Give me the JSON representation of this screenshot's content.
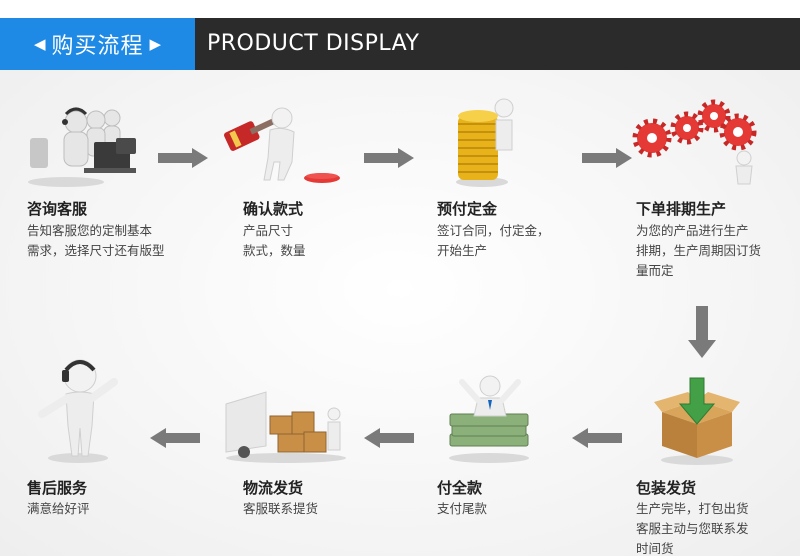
{
  "header": {
    "title": "购买流程",
    "subtitle": "PRODUCT DISPLAY",
    "left_glyph": "◀",
    "right_glyph": "▶",
    "bar_color": "#2b2b2b",
    "accent_color": "#1e8ae6"
  },
  "steps": [
    {
      "name": "咨询客服",
      "desc": [
        "告知客服您的定制基本",
        "需求，选择尺寸还有版型"
      ],
      "icon": "call-center-agents-icon"
    },
    {
      "name": "确认款式",
      "desc": [
        "产品尺寸",
        "款式，数量"
      ],
      "icon": "gavel-figure-icon"
    },
    {
      "name": "预付定金",
      "desc": [
        "签订合同，付定金，",
        "开始生产"
      ],
      "icon": "gold-coins-figure-icon"
    },
    {
      "name": "下单排期生产",
      "desc": [
        "为您的产品进行生产",
        "排期，生产周期因订货",
        "量而定"
      ],
      "icon": "red-gears-figure-icon"
    },
    {
      "name": "包装发货",
      "desc": [
        "生产完毕，打包出货",
        "客服主动与您联系发",
        "时间货"
      ],
      "icon": "cardboard-box-icon"
    },
    {
      "name": "付全款",
      "desc": [
        "支付尾款"
      ],
      "icon": "money-stack-figure-icon"
    },
    {
      "name": "物流发货",
      "desc": [
        "客服联系提货"
      ],
      "icon": "delivery-truck-icon"
    },
    {
      "name": "售后服务",
      "desc": [
        "满意给好评"
      ],
      "icon": "headset-figure-icon"
    }
  ]
}
